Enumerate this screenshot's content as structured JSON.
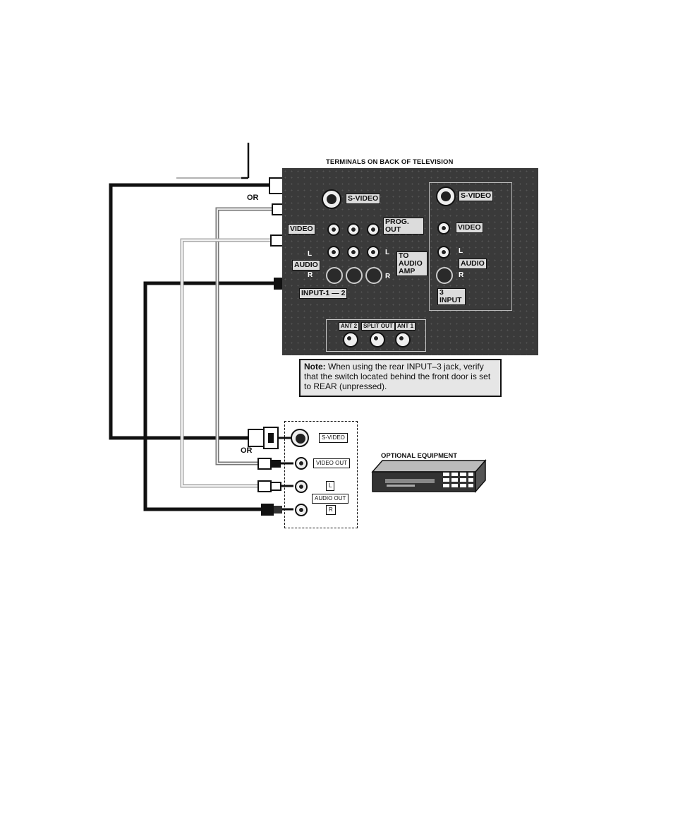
{
  "diagram": {
    "panel_title": "TERMINALS ON BACK OF TELEVISION",
    "or_label": "OR",
    "tv": {
      "svideo1": "S-VIDEO",
      "video": "VIDEO",
      "prog_out": "PROG. OUT",
      "audio": "AUDIO",
      "audio_l": "L",
      "audio_r": "R",
      "to_audio_amp": "TO AUDIO AMP",
      "amp_l": "L",
      "amp_r": "R",
      "input_switch": "INPUT-1 — 2",
      "svideo3": "S-VIDEO",
      "video3": "VIDEO",
      "audio3": "AUDIO",
      "audio3_l": "L",
      "audio3_r": "R",
      "input3": "3 INPUT",
      "ant2": "ANT 2",
      "split_out": "SPLIT OUT",
      "ant1": "ANT 1"
    },
    "note": {
      "label": "Note:",
      "text": "When using the rear INPUT–3 jack, verify that the switch located behind the front door is set to REAR (unpressed)."
    },
    "equipment": {
      "svideo": "S-VIDEO",
      "video_out": "VIDEO OUT",
      "l": "L",
      "audio_out": "AUDIO OUT",
      "r": "R"
    },
    "optional_equipment": "OPTIONAL EQUIPMENT"
  }
}
